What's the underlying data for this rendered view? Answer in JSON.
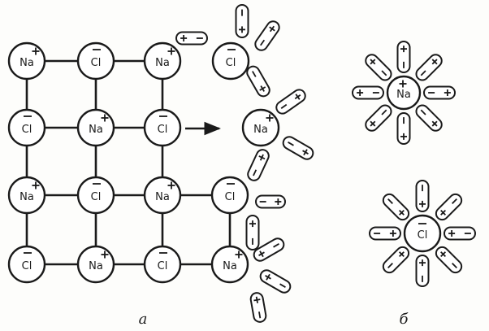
{
  "colors": {
    "ink": "#1a1a1a",
    "paper": "#fdfdfb"
  },
  "ion_labels": {
    "sodium": "Na",
    "chlorine": "Cl"
  },
  "panel_labels": {
    "a": "а",
    "b": "б"
  },
  "lattice": {
    "rows": [
      [
        "Na",
        "Cl",
        "Na",
        "Cl"
      ],
      [
        "Cl",
        "Na",
        "Cl",
        "Na"
      ],
      [
        "Na",
        "Cl",
        "Na",
        "Cl"
      ],
      [
        "Cl",
        "Na",
        "Cl",
        "Na"
      ]
    ]
  }
}
